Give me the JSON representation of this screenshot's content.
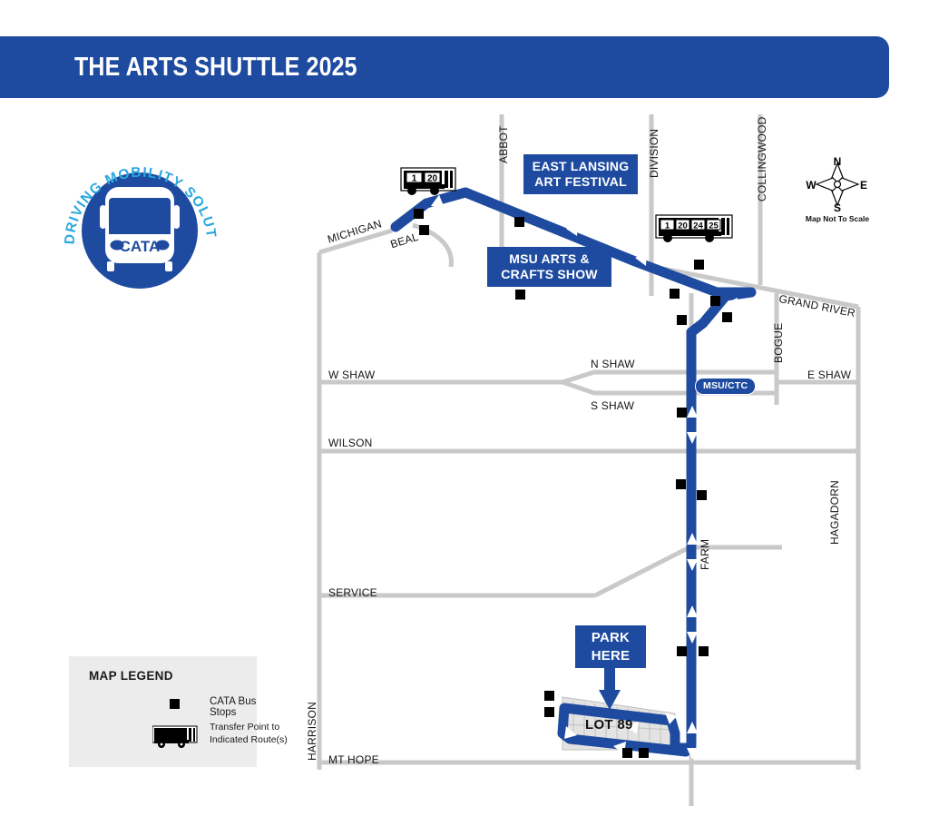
{
  "header": {
    "title": "THE ARTS SHUTTLE 2025",
    "banner_color": "#1e4ba0"
  },
  "logo": {
    "name": "CATA",
    "tagline": "DRIVING MOBILITY SOLUTIONS",
    "bus_text": "CATA",
    "circle_color": "#1e4ba0",
    "tagline_color": "#29a8df"
  },
  "compass": {
    "north": "N",
    "south": "S",
    "east": "E",
    "west": "W",
    "scale_note": "Map Not To Scale"
  },
  "legend": {
    "title": "MAP LEGEND",
    "items": [
      {
        "icon": "black-square",
        "label": "CATA Bus Stops"
      },
      {
        "icon": "bus-side",
        "label": "Transfer Point to Indicated Route(s)"
      }
    ],
    "background": "#ececec"
  },
  "map": {
    "route_color": "#1e4ba0",
    "road_color": "#c9c9c9",
    "stop_color": "#000000",
    "callouts": [
      {
        "id": "east-lansing-art-festival",
        "lines": [
          "EAST LANSING",
          "ART FESTIVAL"
        ]
      },
      {
        "id": "msu-arts-crafts-show",
        "lines": [
          "MSU ARTS &",
          "CRAFTS SHOW"
        ]
      },
      {
        "id": "park-here",
        "lines": [
          "PARK",
          "HERE"
        ]
      }
    ],
    "transfer_points": [
      {
        "id": "michigan-beal-transfer",
        "routes": [
          "1",
          "20"
        ]
      },
      {
        "id": "grand-river-transfer",
        "routes": [
          "1",
          "20",
          "24",
          "25"
        ]
      }
    ],
    "station_label": "MSU/CTC",
    "parking_lot_label": "LOT 89",
    "streets": [
      {
        "name": "MICHIGAN",
        "orientation": "angled"
      },
      {
        "name": "BEAL",
        "orientation": "angled"
      },
      {
        "name": "ABBOT",
        "orientation": "vertical"
      },
      {
        "name": "DIVISION",
        "orientation": "vertical"
      },
      {
        "name": "COLLINGWOOD",
        "orientation": "vertical"
      },
      {
        "name": "GRAND RIVER",
        "orientation": "angled"
      },
      {
        "name": "BOGUE",
        "orientation": "vertical"
      },
      {
        "name": "W SHAW",
        "orientation": "horizontal"
      },
      {
        "name": "N SHAW",
        "orientation": "horizontal"
      },
      {
        "name": "S SHAW",
        "orientation": "horizontal"
      },
      {
        "name": "E SHAW",
        "orientation": "horizontal"
      },
      {
        "name": "WILSON",
        "orientation": "horizontal"
      },
      {
        "name": "SERVICE",
        "orientation": "horizontal"
      },
      {
        "name": "MT HOPE",
        "orientation": "horizontal"
      },
      {
        "name": "HARRISON",
        "orientation": "vertical"
      },
      {
        "name": "FARM",
        "orientation": "vertical"
      },
      {
        "name": "HAGADORN",
        "orientation": "vertical"
      }
    ]
  }
}
